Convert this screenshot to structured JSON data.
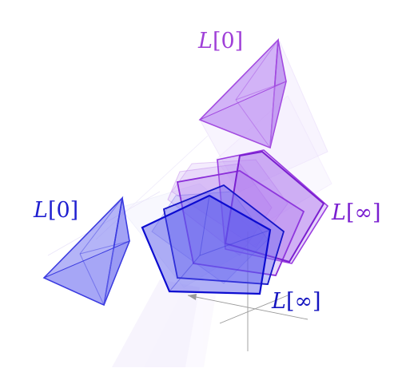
{
  "labels": {
    "purple_start": {
      "symbol": "L",
      "index": "[0]",
      "color": "#a040d8"
    },
    "blue_start": {
      "symbol": "L",
      "index": "[0]",
      "color": "#2020d0"
    },
    "purple_end": {
      "symbol": "L",
      "index": "[∞]",
      "color": "#7a1fd0"
    },
    "blue_end": {
      "symbol": "L",
      "index": "[∞]",
      "color": "#1515c0"
    }
  },
  "colors": {
    "purple_fill": "#b27df0",
    "purple_stroke": "#a24ae0",
    "blue_fill": "#6a6af0",
    "blue_stroke": "#1010d8",
    "axis": "#999999"
  }
}
